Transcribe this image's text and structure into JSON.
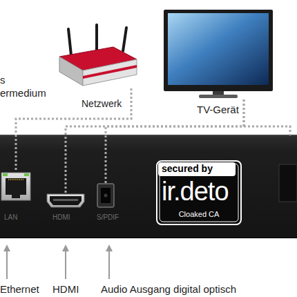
{
  "diagram": {
    "nodes": [
      {
        "text": [
          "Netzwerk"
        ]
      },
      {
        "text": [
          "TV-Gerät"
        ]
      },
      {
        "text": [
          "LAN"
        ]
      },
      {
        "text": [
          "HDMI"
        ]
      },
      {
        "text": [
          "S/PDIF"
        ]
      },
      {
        "text": [
          "secured by",
          "ir.deto",
          "Cloaked CA"
        ]
      }
    ],
    "edges": [
      {
        "from": 0,
        "to": 2,
        "arrow": "none"
      },
      {
        "from": 1,
        "to": 3,
        "arrow": "none"
      },
      {
        "from": 1,
        "to": 4,
        "arrow": "none"
      }
    ],
    "labels": [
      "s",
      "ermedium",
      "Ethernet",
      "HDMI",
      "Audio Ausgang digital optisch"
    ]
  }
}
